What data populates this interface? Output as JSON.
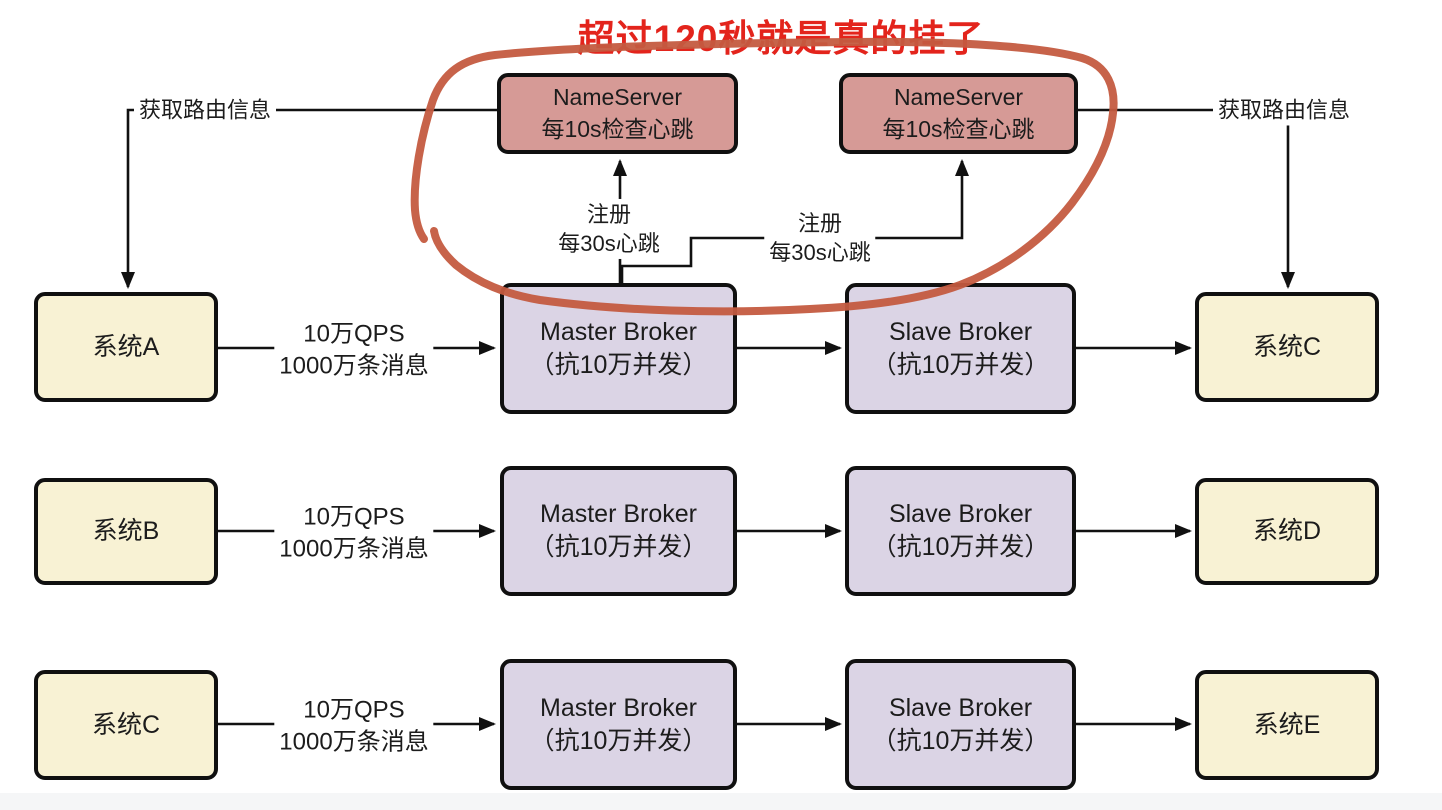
{
  "annotation": {
    "title": "超过120秒就是真的挂了",
    "title_color": "#e3241c",
    "marker_color": "#c45b40",
    "marker_shape": "hand-drawn-ellipse"
  },
  "nameservers": [
    {
      "line1": "NameServer",
      "line2": "每10s检查心跳"
    },
    {
      "line1": "NameServer",
      "line2": "每10s检查心跳"
    }
  ],
  "labels": {
    "route_left": "获取路由信息",
    "route_right": "获取路由信息",
    "register_left": {
      "line1": "注册",
      "line2": "每30s心跳"
    },
    "register_middle": {
      "line1": "注册",
      "line2": "每30s心跳"
    },
    "qps": {
      "line1": "10万QPS",
      "line2": "1000万条消息"
    }
  },
  "rows": [
    {
      "source": "系统A",
      "master": {
        "line1": "Master Broker",
        "line2": "（抗10万并发）"
      },
      "slave": {
        "line1": "Slave Broker",
        "line2": "（抗10万并发）"
      },
      "target": "系统C"
    },
    {
      "source": "系统B",
      "master": {
        "line1": "Master Broker",
        "line2": "（抗10万并发）"
      },
      "slave": {
        "line1": "Slave Broker",
        "line2": "（抗10万并发）"
      },
      "target": "系统D"
    },
    {
      "source": "系统C",
      "master": {
        "line1": "Master Broker",
        "line2": "（抗10万并发）"
      },
      "slave": {
        "line1": "Slave Broker",
        "line2": "（抗10万并发）"
      },
      "target": "系统E"
    }
  ],
  "colors": {
    "system_box": "#f8f2d4",
    "broker_box": "#dbd4e5",
    "nameserver_box": "#d69a96",
    "box_border": "#101010",
    "connector": "#111111"
  }
}
